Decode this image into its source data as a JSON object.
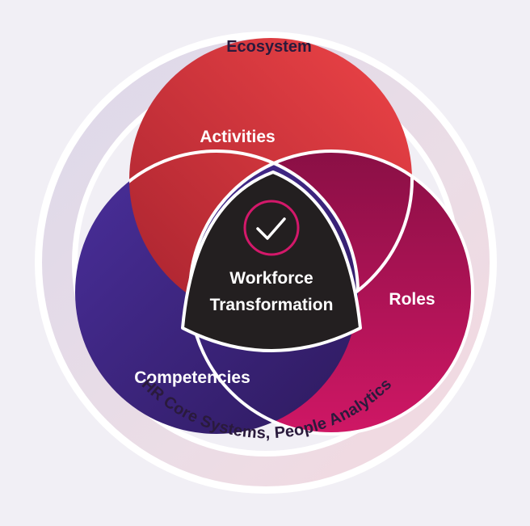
{
  "diagram": {
    "ring": {
      "top_label": "Ecosystem",
      "bottom_label": "HR Core Systems, People Analytics"
    },
    "petals": {
      "activities": {
        "label": "Activities",
        "colors": [
          "#a8232f",
          "#ee4447"
        ]
      },
      "roles": {
        "label": "Roles",
        "colors": [
          "#8a0f45",
          "#cf1765"
        ]
      },
      "competencies": {
        "label": "Competencies",
        "colors": [
          "#4a2f9c",
          "#2e1a5e"
        ]
      }
    },
    "center": {
      "line1": "Workforce",
      "line2": "Transformation",
      "icon": "checkmark-circle-icon",
      "fill": "#231f20",
      "accent": "#d3186a"
    }
  }
}
